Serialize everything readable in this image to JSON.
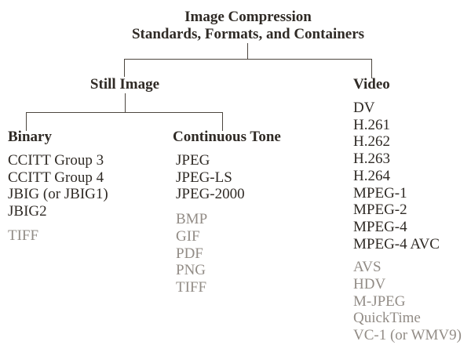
{
  "diagram": {
    "title": {
      "line1": "Image Compression",
      "line2": "Standards, Formats, and Containers"
    },
    "colors": {
      "background": "#ffffff",
      "primary_text": "#2f2a25",
      "secondary_text": "#928c86",
      "connector_line": "#4c463f"
    },
    "nodes": {
      "still_image": {
        "label": "Still Image"
      },
      "binary": {
        "label": "Binary",
        "primary": [
          "CCITT Group 3",
          "CCITT Group 4",
          "JBIG (or JBIG1)",
          "JBIG2"
        ],
        "secondary": [
          "TIFF"
        ]
      },
      "continuous_tone": {
        "label": "Continuous Tone",
        "primary": [
          "JPEG",
          "JPEG-LS",
          "JPEG-2000"
        ],
        "secondary": [
          "BMP",
          "GIF",
          "PDF",
          "PNG",
          "TIFF"
        ]
      },
      "video": {
        "label": "Video",
        "primary": [
          "DV",
          "H.261",
          "H.262",
          "H.263",
          "H.264",
          "MPEG-1",
          "MPEG-2",
          "MPEG-4",
          "MPEG-4 AVC"
        ],
        "secondary": [
          "AVS",
          "HDV",
          "M-JPEG",
          "QuickTime",
          "VC-1 (or WMV9)"
        ]
      }
    }
  }
}
